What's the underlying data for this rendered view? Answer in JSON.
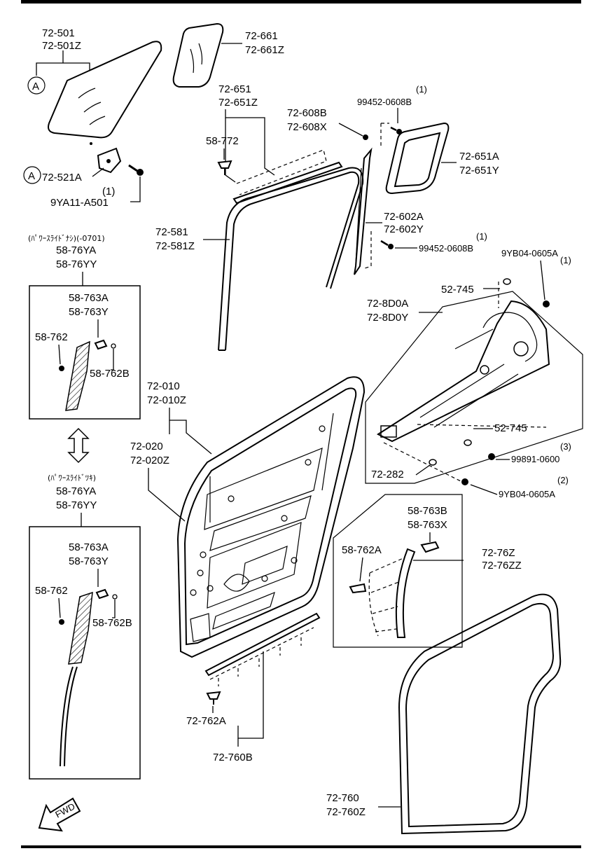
{
  "labels": {
    "glass_rear_1": "72-501",
    "glass_rear_2": "72-501Z",
    "ref_a": "A",
    "glass_qtr_1": "72-661",
    "glass_qtr_2": "72-661Z",
    "bracket_1": "72-521A",
    "bolt_qty": "(1)",
    "bolt_1": "9YA11-A501",
    "run_upper_1": "72-651",
    "run_upper_2": "72-651Z",
    "clip_1": "58-772",
    "run_1": "72-581",
    "run_2": "72-581Z",
    "moulding_1": "72-608B",
    "moulding_2": "72-608X",
    "screw_qty1": "(1)",
    "screw_1": "99452-0608B",
    "window_frame_1": "72-651A",
    "window_frame_2": "72-651Y",
    "channel_1": "72-602A",
    "channel_2": "72-602Y",
    "screw_qty2": "(1)",
    "screw_2": "99452-0608B",
    "nut_qty1": "(1)",
    "nut_1": "9YB04-0605A",
    "j_note1": "(ﾊﾟﾜｰｽﾗｲﾄﾞﾅｼ)(-0701)",
    "mod_top_1": "58-76YA",
    "mod_top_2": "58-76YY",
    "box1_trim_1": "58-763A",
    "box1_trim_2": "58-763Y",
    "box1_clip": "58-762",
    "box1_clip_b": "58-762B",
    "washer_1": "52-745",
    "hinge_1": "72-8D0A",
    "hinge_2": "72-8D0Y",
    "door_1": "72-010",
    "door_2": "72-010Z",
    "door_in_1": "72-020",
    "door_in_2": "72-020Z",
    "washer_2": "52-745",
    "bolt3_qty": "(3)",
    "bolt3": "99891-0600",
    "stopper": "72-282",
    "nut2_qty": "(2)",
    "nut_2": "9YB04-0605A",
    "j_note2": "(ﾊﾟﾜｰｽﾗｲﾄﾞﾂｷ)",
    "mod_bot_1": "58-76YA",
    "mod_bot_2": "58-76YY",
    "garn_1": "58-763B",
    "garn_2": "58-763X",
    "garn_clip": "58-762A",
    "trim_1": "72-76Z",
    "trim_2": "72-76ZZ",
    "box2_trim_1": "58-763A",
    "box2_trim_2": "58-763Y",
    "box2_clip": "58-762",
    "box2_clip_b": "58-762B",
    "sill_clip": "72-762A",
    "sill": "72-760B",
    "weather_1": "72-760",
    "weather_2": "72-760Z",
    "fwd": "FWD"
  },
  "colors": {
    "line": "#000000",
    "background": "#ffffff"
  }
}
